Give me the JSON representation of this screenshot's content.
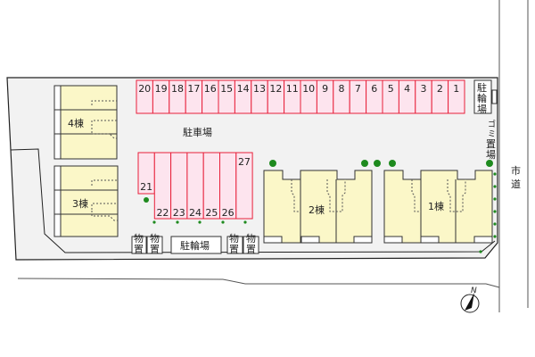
{
  "labels": {
    "parking": "駐車場",
    "bike_parking_bottom": "駐輪場",
    "bike_parking_top": [
      "駐",
      "輪",
      "場"
    ],
    "garbage": [
      "ゴ",
      "ミ",
      "置",
      "場"
    ],
    "road": [
      "市",
      "道"
    ],
    "storage": [
      "物",
      "置"
    ],
    "building_1": "1棟",
    "building_2": "2棟",
    "building_3": "3棟",
    "building_4": "4棟",
    "north": "N"
  },
  "top_stalls": [
    "20",
    "19",
    "18",
    "17",
    "16",
    "15",
    "14",
    "13",
    "12",
    "11",
    "10",
    "9",
    "8",
    "7",
    "6",
    "5",
    "4",
    "3",
    "2",
    "1"
  ],
  "bottom_stalls": [
    "21",
    "22",
    "23",
    "24",
    "25",
    "26",
    "27"
  ],
  "colors": {
    "stall_fill": "#fde4ee",
    "stall_border": "#e8203a",
    "building": "#fbf7c8",
    "ground": "#f2f2f2",
    "tree": "#1e8a1e"
  }
}
